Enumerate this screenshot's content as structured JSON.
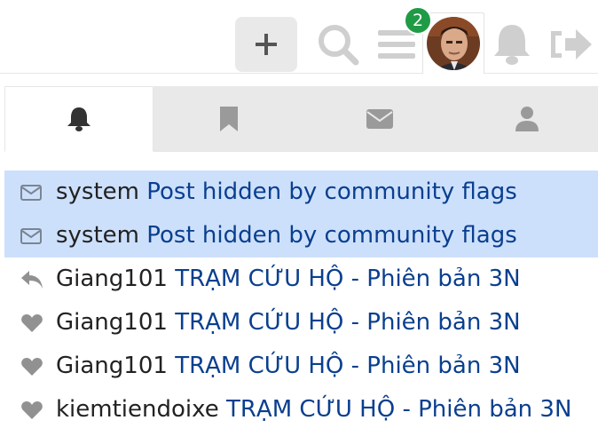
{
  "header": {
    "badge_count": "2",
    "icons": [
      "plus-icon",
      "search-icon",
      "menu-icon",
      "avatar",
      "bell-icon",
      "logout-icon"
    ]
  },
  "tabs": [
    {
      "icon": "bell-icon",
      "active": true
    },
    {
      "icon": "bookmark-icon",
      "active": false
    },
    {
      "icon": "envelope-icon",
      "active": false
    },
    {
      "icon": "user-icon",
      "active": false
    }
  ],
  "notifications": [
    {
      "icon": "envelope-outline-icon",
      "user": "system",
      "title": "Post hidden by community flags",
      "unread": true
    },
    {
      "icon": "envelope-outline-icon",
      "user": "system",
      "title": "Post hidden by community flags",
      "unread": true
    },
    {
      "icon": "reply-icon",
      "user": "Giang101",
      "title": "TRẠM CỨU HỘ - Phiên bản 3N",
      "unread": false
    },
    {
      "icon": "heart-icon",
      "user": "Giang101",
      "title": "TRẠM CỨU HỘ - Phiên bản 3N",
      "unread": false
    },
    {
      "icon": "heart-icon",
      "user": "Giang101",
      "title": "TRẠM CỨU HỘ - Phiên bản 3N",
      "unread": false
    },
    {
      "icon": "heart-icon",
      "user": "kiemtiendoixe",
      "title": "TRẠM CỨU HỘ - Phiên bản 3N",
      "unread": false
    }
  ],
  "colors": {
    "unread_bg": "#cde0fb",
    "link": "#0a3f8f",
    "badge": "#1f9b46",
    "icon_gray": "#919191"
  }
}
